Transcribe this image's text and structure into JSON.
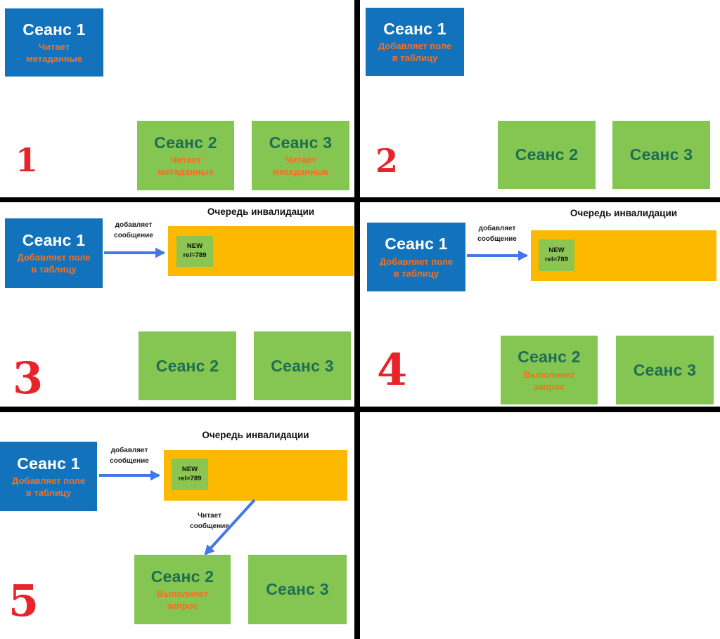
{
  "colors": {
    "session1_blue": "#1273bc",
    "session_green": "#85c552",
    "queue_orange": "#fdb900",
    "queue_item_green": "#8bc653",
    "subtitle_orange": "#f4711f",
    "green_title_teal": "#1d6e52",
    "step_number_red": "#e8242a",
    "arrow_blue": "#4576e8",
    "divider_black": "#000000"
  },
  "panels": {
    "p1": {
      "number": "1",
      "session1": {
        "title": "Сеанс 1",
        "subtitle": "Читает\nметаданные"
      },
      "session2": {
        "title": "Сеанс 2",
        "subtitle": "Читает\nметаданные"
      },
      "session3": {
        "title": "Сеанс 3",
        "subtitle": "Читает\nметаданные"
      }
    },
    "p2": {
      "number": "2",
      "session1": {
        "title": "Сеанс 1",
        "subtitle": "Добавляет поле\nв таблицу"
      },
      "session2": {
        "title": "Сеанс 2"
      },
      "session3": {
        "title": "Сеанс 3"
      }
    },
    "p3": {
      "number": "3",
      "queue": {
        "title": "Очередь инвалидации",
        "item": "NEW\nrel=789",
        "add_label": "добавляет\nсообщение"
      },
      "session1": {
        "title": "Сеанс 1",
        "subtitle": "Добавляет поле\nв таблицу"
      },
      "session2": {
        "title": "Сеанс 2"
      },
      "session3": {
        "title": "Сеанс 3"
      }
    },
    "p4": {
      "number": "4",
      "queue": {
        "title": "Очередь инвалидации",
        "item": "NEW\nrel=789",
        "add_label": "добавляет\nсообщение"
      },
      "session1": {
        "title": "Сеанс 1",
        "subtitle": "Добавляет поле\nв таблицу"
      },
      "session2": {
        "title": "Сеанс 2",
        "subtitle": "Выполняет\nзапрос"
      },
      "session3": {
        "title": "Сеанс 3"
      }
    },
    "p5": {
      "number": "5",
      "queue": {
        "title": "Очередь инвалидации",
        "item": "NEW\nrel=789",
        "add_label": "добавляет\nсообщение",
        "read_label": "Читает\nсообщение"
      },
      "session1": {
        "title": "Сеанс 1",
        "subtitle": "Добавляет поле\nв таблицу"
      },
      "session2": {
        "title": "Сеанс 2",
        "subtitle": "Выполняет\nзапрос"
      },
      "session3": {
        "title": "Сеанс 3"
      }
    }
  }
}
